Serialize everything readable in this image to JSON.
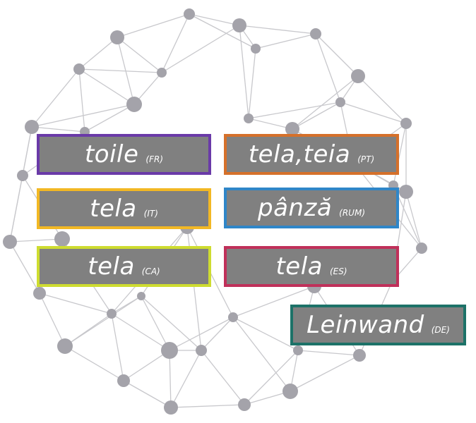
{
  "terms": [
    {
      "word": "toile",
      "code": "(FR)",
      "color": "#6a3aa8"
    },
    {
      "word": "tela,teia",
      "code": "(PT)",
      "color": "#d5702a"
    },
    {
      "word": "tela",
      "code": "(IT)",
      "color": "#f2b824"
    },
    {
      "word": "pânză",
      "code": "(RUM)",
      "color": "#2f86c8"
    },
    {
      "word": "tela",
      "code": "(CA)",
      "color": "#cedc30"
    },
    {
      "word": "tela",
      "code": "(ES)",
      "color": "#c0305a"
    },
    {
      "word": "Leinwand",
      "code": "(DE)",
      "color": "#1d7268"
    }
  ],
  "colors": {
    "network_line": "#c8c8cc",
    "network_node": "#a4a3aa",
    "box_fill": "#808080"
  }
}
